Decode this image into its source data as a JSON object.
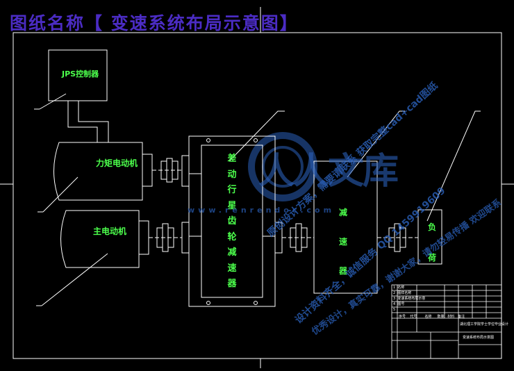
{
  "title": "图纸名称【 变速系统布局示意图】",
  "labels": {
    "controller": "JPS控制器",
    "torque_motor": "力矩电动机",
    "main_motor": "主电动机",
    "planetary": [
      "差",
      "动",
      "行",
      "星",
      "齿",
      "轮",
      "减",
      "速",
      "器"
    ],
    "reducer": [
      "减",
      "速",
      "器"
    ],
    "load": [
      "负",
      "荷"
    ]
  },
  "watermark": {
    "logo_text": "人人文库",
    "url": "www.renrendoc.com",
    "lines": [
      "原创设计方案，需要请联系 获取完整cad+cad图纸",
      "设计资料齐全，诚信服务 QQ 1459919609",
      "优秀设计，真实可靠，谢谢大家，请勿轻易传播 欢迎联系"
    ]
  },
  "titleblock": {
    "rows": [
      [
        "1",
        "名称"
      ],
      [
        "2",
        "图样名称"
      ],
      [
        "3",
        "变速系统布局示意"
      ],
      [
        "4",
        "图号"
      ],
      [
        "5",
        ""
      ]
    ],
    "header": [
      "序号",
      "代号",
      "名称",
      "数量",
      "材料",
      "备注"
    ],
    "school": "湖北理工学院学士学位毕业设计",
    "drawing": "变速系统布局示意图"
  },
  "colors": {
    "line": "#ffffff",
    "title": "#4b2cc4",
    "label": "#4cff4c",
    "watermark": "#2a5fb8",
    "background": "#000000"
  }
}
